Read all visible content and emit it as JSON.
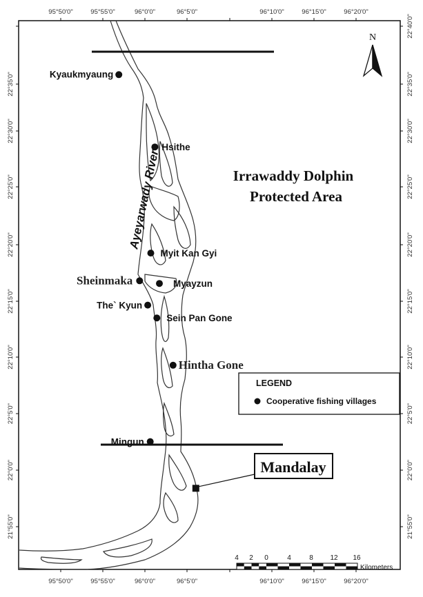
{
  "map": {
    "title_lines": [
      "Irrawaddy Dolphin",
      "Protected Area"
    ],
    "river_label": "Ayeyarwady River",
    "north_label": "N",
    "city": {
      "label": "Mandalay",
      "lat": 21.983,
      "lon": 96.1
    },
    "lon_ticks": [
      "95°50'0\"",
      "95°55'0\"",
      "96°0'0\"",
      "96°5'0\"",
      "96°10'0\"",
      "96°15'0\"",
      "96°20'0\""
    ],
    "lat_ticks": [
      "22°40'0\"",
      "22°35'0\"",
      "22°30'0\"",
      "22°25'0\"",
      "22°20'0\"",
      "22°15'0\"",
      "22°10'0\"",
      "22°5'0\"",
      "22°0'0\"",
      "21°55'0\""
    ],
    "villages": [
      {
        "label": "Kyaukmyaung",
        "lat": 22.595,
        "lon": 95.948
      },
      {
        "label": "Hsithe",
        "lat": 22.488,
        "lon": 96.019
      },
      {
        "label": "Myit Kan Gyi",
        "lat": 22.331,
        "lon": 96.011
      },
      {
        "label": "Sheinmaka",
        "lat": 22.29,
        "lon": 95.989
      },
      {
        "label": "Myayzun",
        "lat": 22.286,
        "lon": 96.028
      },
      {
        "label": "The` Kyun",
        "lat": 22.254,
        "lon": 96.005
      },
      {
        "label": "Sein Pan Gone",
        "lat": 22.235,
        "lon": 96.023
      },
      {
        "label": "Hintha Gone",
        "lat": 22.165,
        "lon": 96.055
      },
      {
        "label": "Mingun",
        "lat": 22.052,
        "lon": 96.01
      }
    ],
    "legend": {
      "title": "LEGEND",
      "item": "Cooperative fishing villages"
    },
    "scale_bar": {
      "numbers": [
        "4",
        "2",
        "0",
        "4",
        "8",
        "12",
        "16"
      ],
      "unit": "Kilometers"
    }
  }
}
